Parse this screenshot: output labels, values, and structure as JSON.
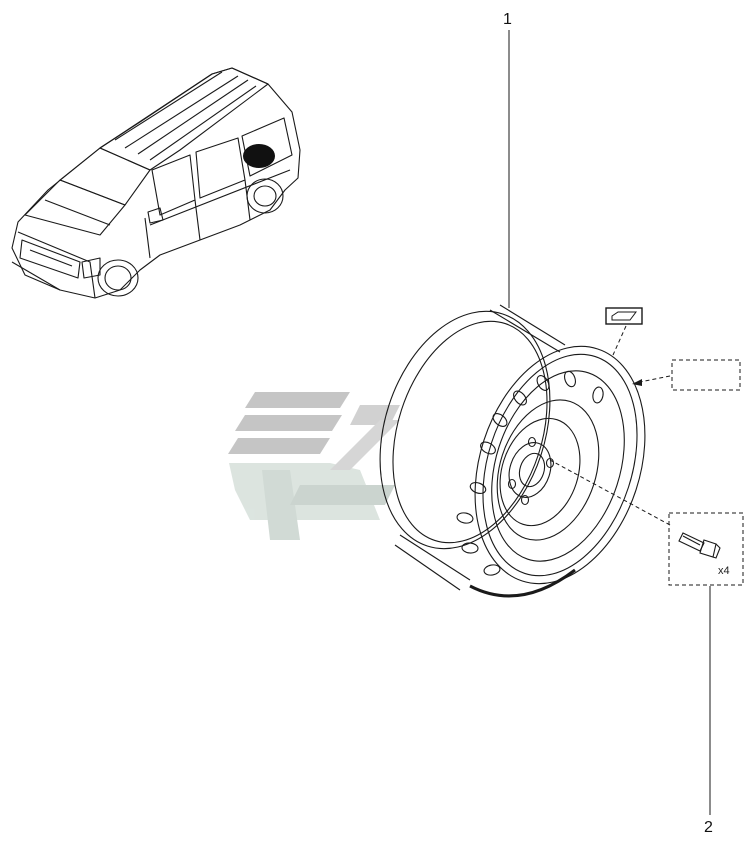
{
  "callouts": {
    "wheel_rim": "1",
    "wheel_bolt": "2"
  },
  "bolt_quantity": "x4",
  "colors": {
    "line": "#1a1a1a",
    "watermark": "#bcbcbc",
    "watermark_light": "#d9e3de",
    "background": "#ffffff"
  }
}
